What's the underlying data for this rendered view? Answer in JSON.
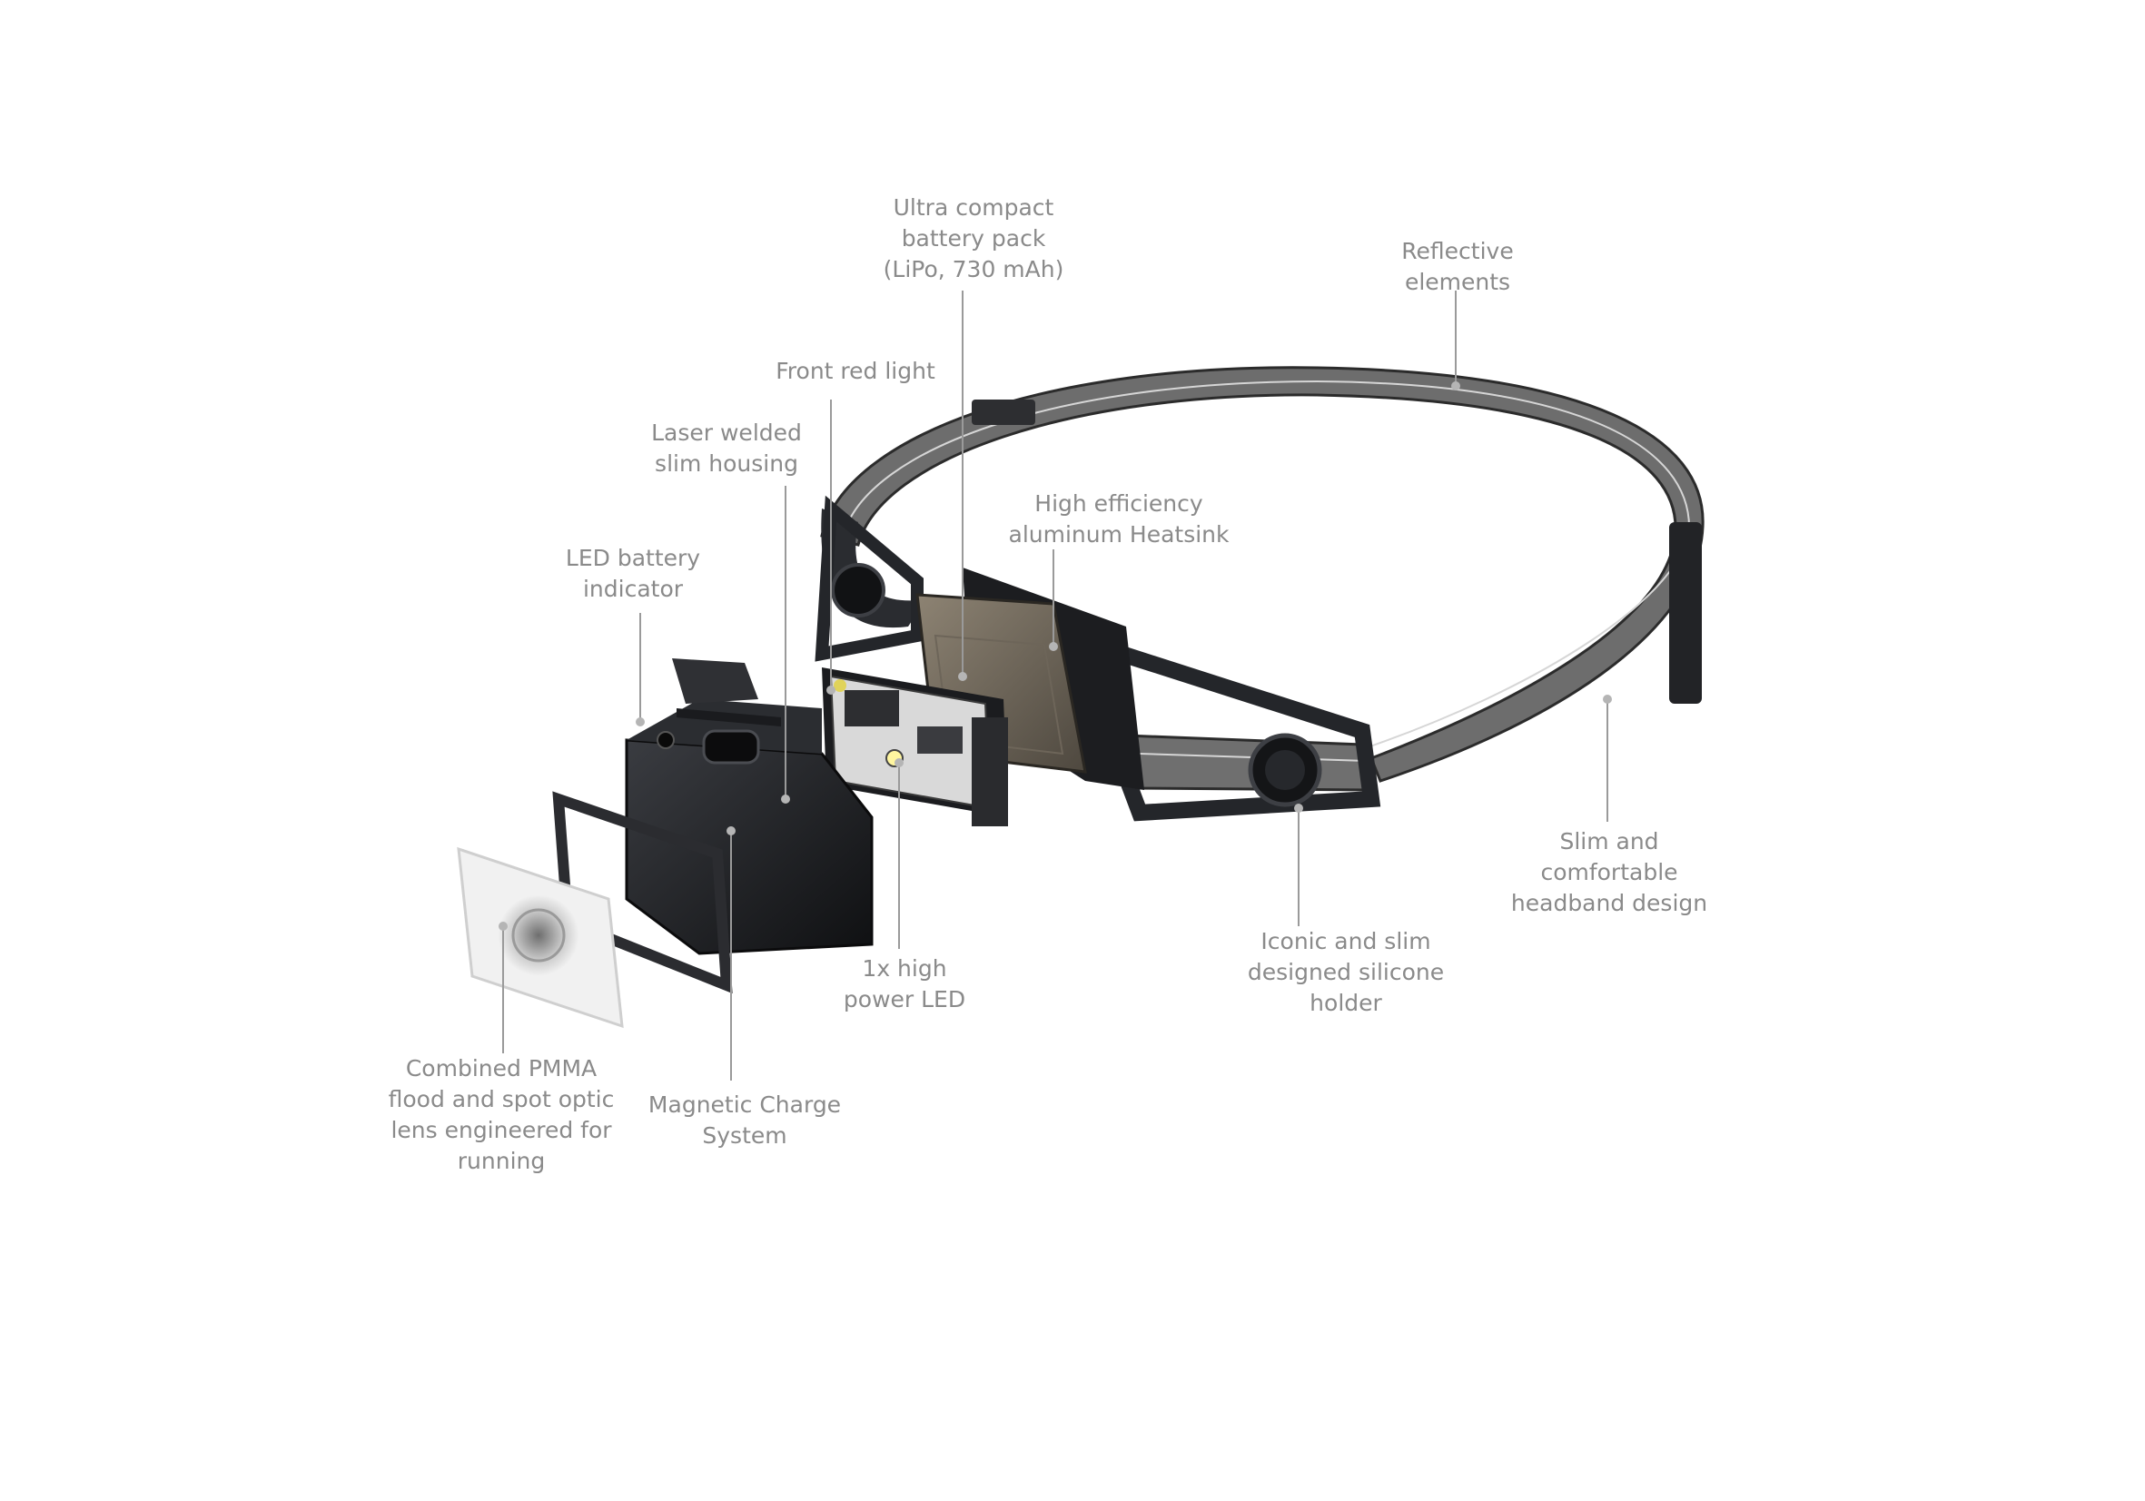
{
  "diagram": {
    "callouts": [
      {
        "id": "battery-pack",
        "lines": [
          "Ultra compact",
          "battery pack",
          "(LiPo, 730 mAh)"
        ]
      },
      {
        "id": "reflective",
        "lines": [
          "Reflective",
          "elements"
        ]
      },
      {
        "id": "front-red-light",
        "lines": [
          "Front red light"
        ]
      },
      {
        "id": "laser-welded",
        "lines": [
          "Laser welded",
          "slim housing"
        ]
      },
      {
        "id": "heatsink",
        "lines": [
          "High efficiency",
          "aluminum Heatsink"
        ]
      },
      {
        "id": "led-indicator",
        "lines": [
          "LED battery",
          "indicator"
        ]
      },
      {
        "id": "slim-headband",
        "lines": [
          "Slim and",
          "comfortable",
          "headband design"
        ]
      },
      {
        "id": "silicone-holder",
        "lines": [
          "Iconic and slim",
          "designed silicone",
          "holder"
        ]
      },
      {
        "id": "high-power-led",
        "lines": [
          "1x high",
          "power LED"
        ]
      },
      {
        "id": "optic-lens",
        "lines": [
          "Combined PMMA",
          "flood and spot optic",
          "lens engineered for",
          "running"
        ]
      },
      {
        "id": "magnetic-charge",
        "lines": [
          "Magnetic Charge",
          "System"
        ]
      }
    ],
    "colors": {
      "label": "#8a8a8a",
      "leader": "#9a9a9a",
      "strap": "#6f6f6f",
      "housing": "#1e1f22"
    }
  }
}
